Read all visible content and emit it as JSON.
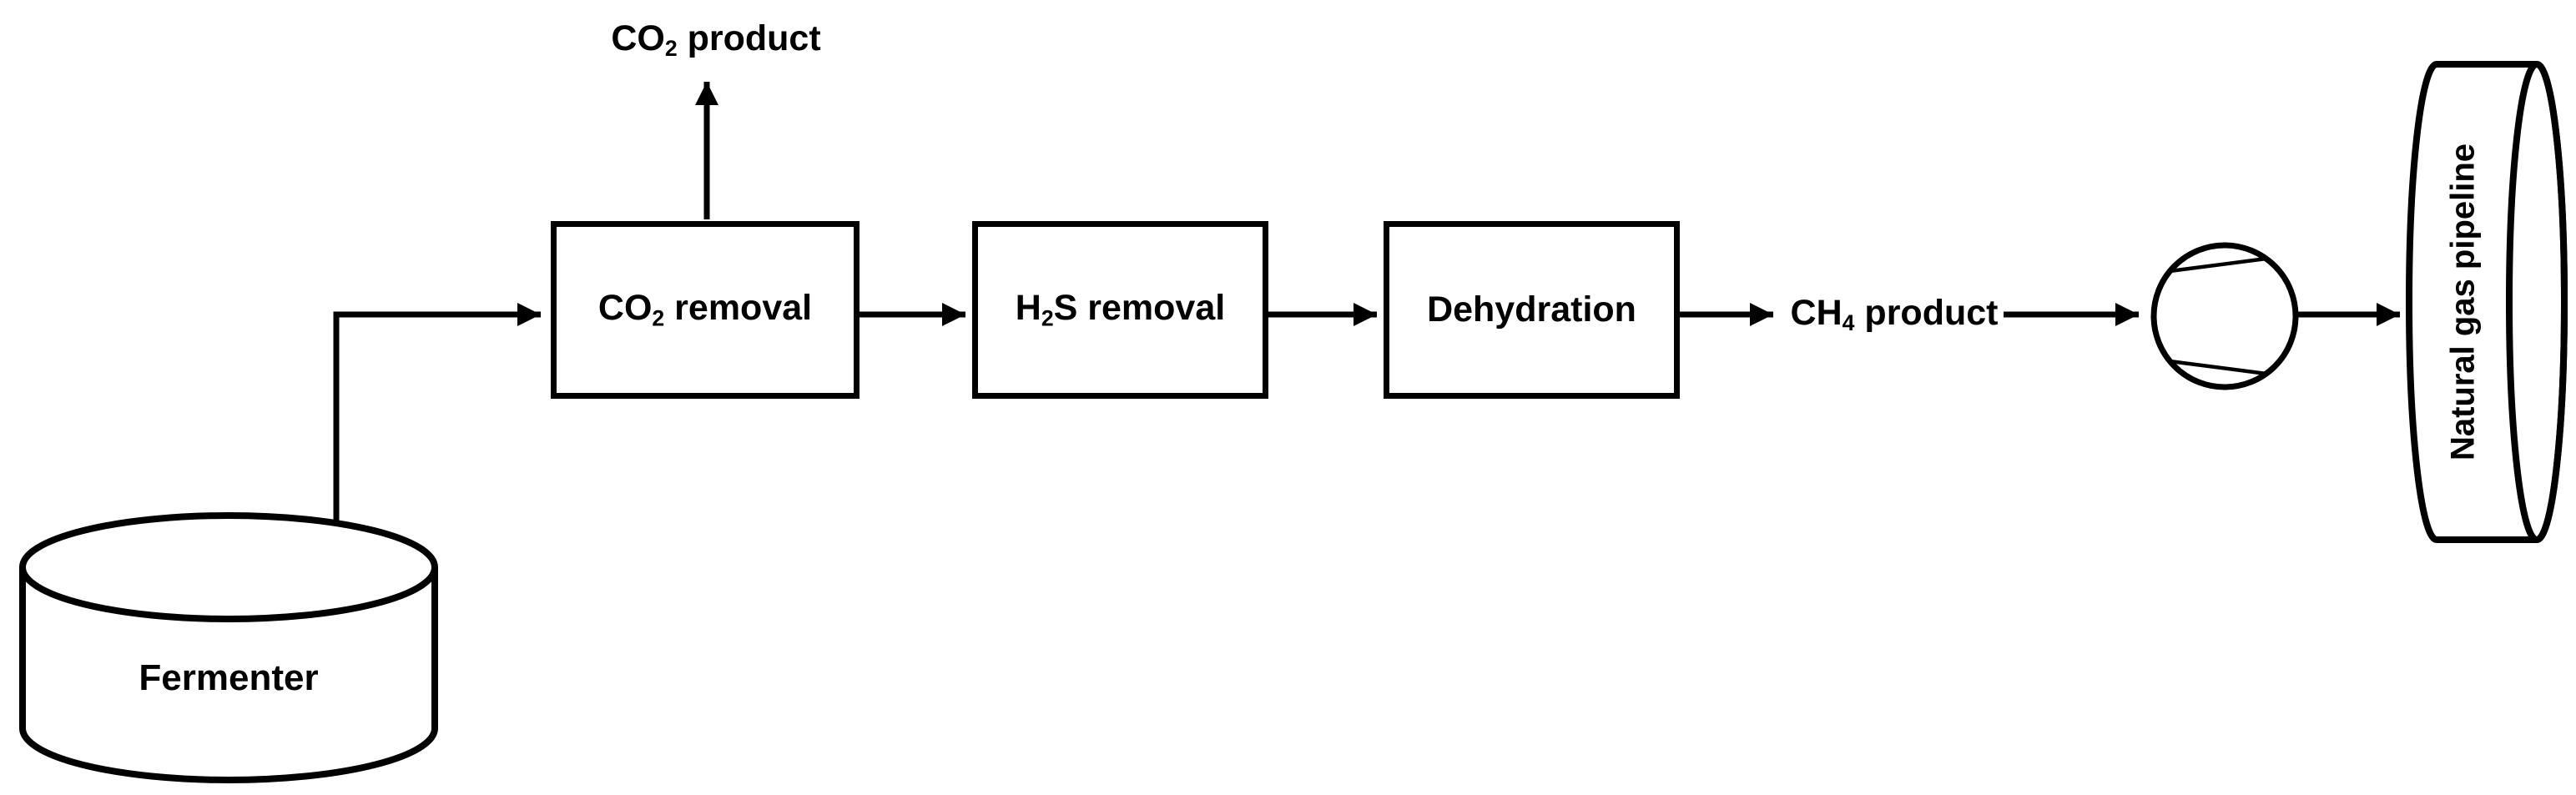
{
  "canvas": {
    "background": "#ffffff",
    "line_color": "#000000"
  },
  "nodes": {
    "fermenter": {
      "label": "Fermenter",
      "shape": "vertical-cylinder"
    },
    "co2_removal": {
      "pre": "CO",
      "sub": "2",
      "post": " removal",
      "shape": "rectangle"
    },
    "h2s_removal": {
      "pre": "H",
      "sub": "2",
      "post": "S removal",
      "shape": "rectangle"
    },
    "dehydration": {
      "label": "Dehydration",
      "shape": "rectangle"
    },
    "compressor": {
      "icon": "compressor-icon",
      "shape": "circle-with-chords"
    },
    "pipeline": {
      "label": "Natural gas pipeline",
      "shape": "horizontal-cylinder"
    }
  },
  "streams": {
    "co2_product": {
      "pre": "CO",
      "sub": "2",
      "post": " product"
    },
    "ch4_product": {
      "pre": "CH",
      "sub": "4",
      "post": " product"
    }
  }
}
